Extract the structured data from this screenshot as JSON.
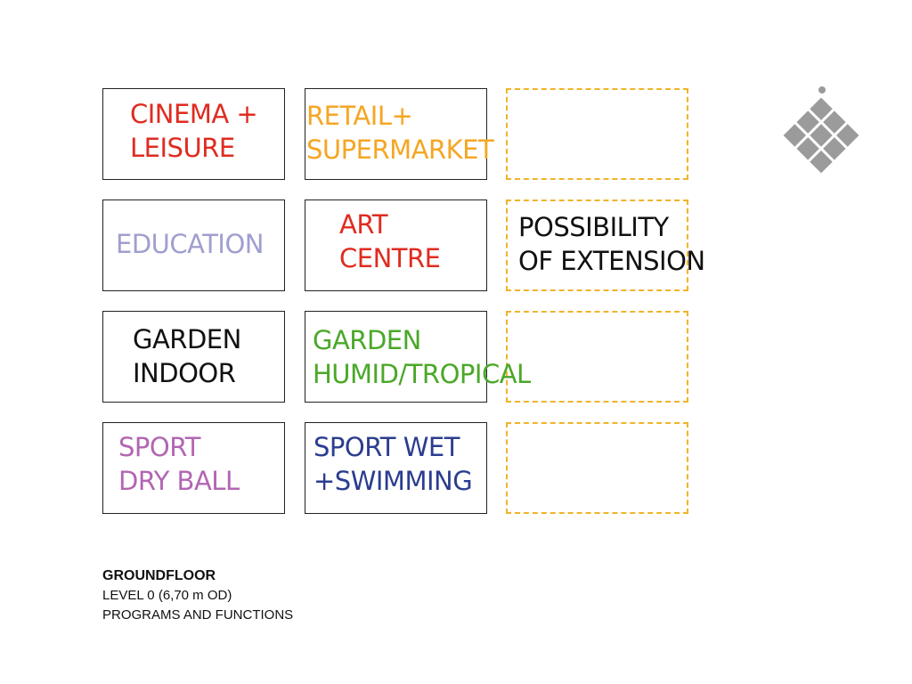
{
  "colors": {
    "red": "#e02b20",
    "orange": "#f5a623",
    "lavender": "#9f9fcf",
    "black": "#111111",
    "green": "#4aa829",
    "purple": "#b266b2",
    "navy": "#2b3d8f",
    "dashed_border": "#f0b429",
    "logo_gray": "#9b9b9b"
  },
  "programs": {
    "cinema_leisure": [
      "CINEMA +",
      "LEISURE"
    ],
    "retail_supermarket": [
      "RETAIL+",
      "SUPERMARKET"
    ],
    "education": [
      "EDUCATION"
    ],
    "art_centre": [
      "ART",
      "CENTRE"
    ],
    "possibility_extension": [
      "POSSIBILITY",
      "OF EXTENSION"
    ],
    "garden_indoor": [
      "GARDEN",
      "INDOOR"
    ],
    "garden_humid": [
      "GARDEN",
      "HUMID/TROPICAL"
    ],
    "sport_dry": [
      "SPORT",
      "DRY BALL"
    ],
    "sport_wet": [
      "SPORT WET",
      "+SWIMMING"
    ]
  },
  "caption": {
    "title": "GROUNDFLOOR",
    "level": "LEVEL 0 (6,70 m OD)",
    "subtitle": "PROGRAMS AND FUNCTIONS"
  }
}
